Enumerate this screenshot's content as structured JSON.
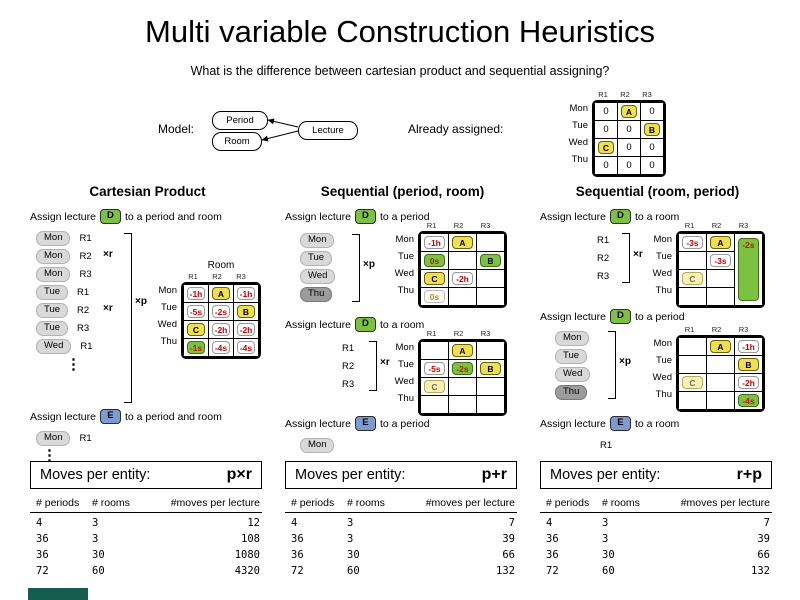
{
  "title": "Multi variable Construction Heuristics",
  "subtitle": "What is the difference between cartesian product and sequential assigning?",
  "colors": {
    "assigned_yellow": "#f0df4f",
    "selected_green": "#7dc142",
    "lecture_d_green": "#7dc142",
    "lecture_e_blue": "#7b9bd2",
    "score_red": "#cc0000"
  },
  "model": {
    "label": "Model:",
    "period": "Period",
    "room": "Room",
    "lecture": "Lecture"
  },
  "already_assigned": {
    "label": "Already assigned:",
    "grid": {
      "cols": [
        "R1",
        "R2",
        "R3"
      ],
      "rows": [
        "Mon",
        "Tue",
        "Wed",
        "Thu"
      ],
      "cells": [
        [
          {
            "t": "0"
          },
          {
            "t": "A",
            "c": "y"
          },
          {
            "t": "0"
          }
        ],
        [
          {
            "t": "0"
          },
          {
            "t": "0"
          },
          {
            "t": "B",
            "c": "y"
          }
        ],
        [
          {
            "t": "C",
            "c": "y"
          },
          {
            "t": "0"
          },
          {
            "t": "0"
          }
        ],
        [
          {
            "t": "0"
          },
          {
            "t": "0"
          },
          {
            "t": "0"
          }
        ]
      ]
    }
  },
  "markers": {
    "xr": "×r",
    "xp": "×p",
    "dots": "⋮"
  },
  "cartesian": {
    "heading": "Cartesian Product",
    "assign1": {
      "prefix": "Assign lecture",
      "entity": "D",
      "suffix": "to a period and room"
    },
    "moves": [
      [
        "Mon",
        {
          "t": "R1",
          "v": "plain"
        }
      ],
      [
        "Mon",
        {
          "t": "R2",
          "v": "plain"
        }
      ],
      [
        "Mon",
        {
          "t": "R3",
          "v": "plain"
        }
      ],
      [
        "Tue",
        {
          "t": "R1",
          "v": "plain"
        }
      ],
      [
        "Tue",
        {
          "t": "R2",
          "v": "plain"
        }
      ],
      [
        "Tue",
        {
          "t": "R3",
          "v": "plain"
        }
      ],
      [
        "Wed",
        {
          "t": "R1",
          "v": "plain"
        }
      ]
    ],
    "grid": {
      "title": "Room",
      "cols": [
        "R1",
        "R2",
        "R3"
      ],
      "rows": [
        "Mon",
        "Tue",
        "Wed",
        "Thu"
      ],
      "cells": [
        [
          {
            "t": "-1h",
            "c": "s"
          },
          {
            "t": "A",
            "c": "y"
          },
          {
            "t": "-1h",
            "c": "s"
          }
        ],
        [
          {
            "t": "-5s",
            "c": "s"
          },
          {
            "t": "-2s",
            "c": "s"
          },
          {
            "t": "B",
            "c": "y"
          }
        ],
        [
          {
            "t": "C",
            "c": "y"
          },
          {
            "t": "-2h",
            "c": "s"
          },
          {
            "t": "-2h",
            "c": "s"
          }
        ],
        [
          {
            "t": "-1s",
            "c": "gs"
          },
          {
            "t": "-4s",
            "c": "s"
          },
          {
            "t": "-4s",
            "c": "s"
          }
        ]
      ]
    },
    "assign2": {
      "prefix": "Assign lecture",
      "entity": "E",
      "suffix": "to a period and room"
    },
    "next_moves": [
      [
        "Mon",
        {
          "t": "R1",
          "v": "plain"
        }
      ]
    ],
    "summary": {
      "label": "Moves per entity:",
      "formula": "p×r"
    },
    "table": {
      "headers": [
        "# periods",
        "# rooms",
        "#moves per lecture"
      ],
      "rows": [
        [
          "4",
          "3",
          "12"
        ],
        [
          "36",
          "3",
          "108"
        ],
        [
          "36",
          "30",
          "1080"
        ],
        [
          "72",
          "60",
          "4320"
        ]
      ]
    }
  },
  "seq_pr": {
    "heading": "Sequential (period, room)",
    "assign1": {
      "prefix": "Assign lecture",
      "entity": "D",
      "suffix": "to a period"
    },
    "moves1": [
      [
        "Mon"
      ],
      [
        "Tue"
      ],
      [
        "Wed"
      ],
      [
        {
          "t": "Thu",
          "v": "dark"
        }
      ]
    ],
    "grid1": {
      "cols": [
        "R1",
        "R2",
        "R3"
      ],
      "rows": [
        "Mon",
        "Tue",
        "Wed",
        "Thu"
      ],
      "cells": [
        [
          {
            "t": "-1h",
            "c": "s"
          },
          {
            "t": "A",
            "c": "y"
          },
          {
            "t": ""
          }
        ],
        [
          {
            "t": "0s",
            "c": "gs"
          },
          {
            "t": ""
          },
          {
            "t": "B",
            "c": "g"
          }
        ],
        [
          {
            "t": "C",
            "c": "y"
          },
          {
            "t": "-2h",
            "c": "s"
          },
          {
            "t": ""
          }
        ],
        [
          {
            "t": "0s",
            "c": "o"
          },
          {
            "t": ""
          },
          {
            "t": ""
          }
        ]
      ]
    },
    "assign2": {
      "prefix": "Assign lecture",
      "entity": "D",
      "suffix": "to a room"
    },
    "moves2": [
      [
        {
          "t": "R1",
          "v": "plain"
        }
      ],
      [
        {
          "t": "R2",
          "v": "plain"
        }
      ],
      [
        {
          "t": "R3",
          "v": "plain"
        }
      ]
    ],
    "grid2": {
      "cols": [
        "R1",
        "R2",
        "R3"
      ],
      "rows": [
        "Mon",
        "Tue",
        "Wed",
        "Thu"
      ],
      "cells": [
        [
          {
            "t": ""
          },
          {
            "t": "A",
            "c": "y"
          },
          {
            "t": ""
          }
        ],
        [
          {
            "t": "-5s",
            "c": "s"
          },
          {
            "t": "-2s",
            "c": "gs"
          },
          {
            "t": "B",
            "c": "y"
          }
        ],
        [
          {
            "t": "C",
            "c": "py"
          },
          {
            "t": ""
          },
          {
            "t": ""
          }
        ],
        [
          {
            "t": ""
          },
          {
            "t": ""
          },
          {
            "t": ""
          }
        ]
      ]
    },
    "assign3": {
      "prefix": "Assign lecture",
      "entity": "E",
      "suffix": "to a period"
    },
    "next_moves": [
      [
        "Mon"
      ]
    ],
    "summary": {
      "label": "Moves per entity:",
      "formula": "p+r"
    },
    "table": {
      "headers": [
        "# periods",
        "# rooms",
        "#moves per lecture"
      ],
      "rows": [
        [
          "4",
          "3",
          "7"
        ],
        [
          "36",
          "3",
          "39"
        ],
        [
          "36",
          "30",
          "66"
        ],
        [
          "72",
          "60",
          "132"
        ]
      ]
    }
  },
  "seq_rp": {
    "heading": "Sequential (room, period)",
    "assign1": {
      "prefix": "Assign lecture",
      "entity": "D",
      "suffix": "to a room"
    },
    "moves1": [
      [
        {
          "t": "R1",
          "v": "plain"
        }
      ],
      [
        {
          "t": "R2",
          "v": "plain"
        }
      ],
      [
        {
          "t": "R3",
          "v": "plain"
        }
      ]
    ],
    "grid1": {
      "cols": [
        "R1",
        "R2",
        "R3"
      ],
      "rows": [
        "Mon",
        "Tue",
        "Wed",
        "Thu"
      ],
      "cells": [
        [
          {
            "t": "-3s",
            "c": "s"
          },
          {
            "t": "A",
            "c": "y"
          },
          {
            "t": "-2s",
            "c": "gs",
            "rs": 4
          }
        ],
        [
          {
            "t": ""
          },
          {
            "t": "-3s",
            "c": "s"
          }
        ],
        [
          {
            "t": "C",
            "c": "py"
          },
          {
            "t": ""
          }
        ],
        [
          {
            "t": ""
          },
          {
            "t": ""
          }
        ]
      ]
    },
    "assign2": {
      "prefix": "Assign lecture",
      "entity": "D",
      "suffix": "to a period"
    },
    "moves2": [
      [
        "Mon"
      ],
      [
        "Tue"
      ],
      [
        "Wed"
      ],
      [
        {
          "t": "Thu",
          "v": "dark"
        }
      ]
    ],
    "grid2": {
      "cols": [
        "R1",
        "R2",
        "R3"
      ],
      "rows": [
        "Mon",
        "Tue",
        "Wed",
        "Thu"
      ],
      "cells": [
        [
          {
            "t": ""
          },
          {
            "t": "A",
            "c": "y"
          },
          {
            "t": "-1h",
            "c": "s"
          }
        ],
        [
          {
            "t": ""
          },
          {
            "t": ""
          },
          {
            "t": "B",
            "c": "y"
          }
        ],
        [
          {
            "t": "C",
            "c": "py"
          },
          {
            "t": ""
          },
          {
            "t": "-2h",
            "c": "s"
          }
        ],
        [
          {
            "t": ""
          },
          {
            "t": ""
          },
          {
            "t": "-4s",
            "c": "gs"
          }
        ]
      ]
    },
    "assign3": {
      "prefix": "Assign lecture",
      "entity": "E",
      "suffix": "to a room"
    },
    "next_moves": [
      [
        {
          "t": "R1",
          "v": "plain"
        }
      ]
    ],
    "summary": {
      "label": "Moves per entity:",
      "formula": "r+p"
    },
    "table": {
      "headers": [
        "# periods",
        "# rooms",
        "#moves per lecture"
      ],
      "rows": [
        [
          "4",
          "3",
          "7"
        ],
        [
          "36",
          "3",
          "39"
        ],
        [
          "36",
          "30",
          "66"
        ],
        [
          "72",
          "60",
          "132"
        ]
      ]
    }
  }
}
